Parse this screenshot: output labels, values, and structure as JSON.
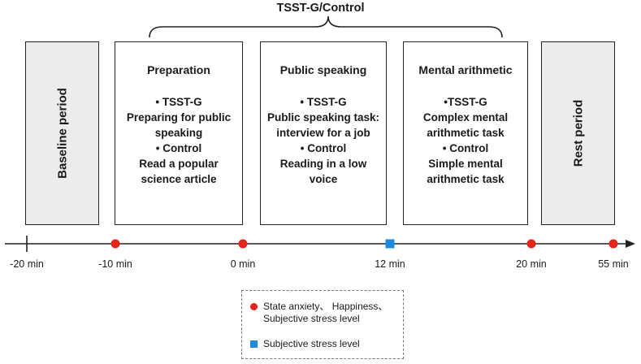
{
  "header": {
    "title": "TSST-G/Control"
  },
  "boxes": {
    "baseline": {
      "label": "Baseline period"
    },
    "preparation": {
      "title": "Preparation",
      "lines": [
        "• TSST-G",
        "Preparing for public",
        "speaking",
        "• Control",
        "Read a popular",
        "science article"
      ]
    },
    "speaking": {
      "title": "Public speaking",
      "lines": [
        "• TSST-G",
        "Public speaking task:",
        "interview for a job",
        "• Control",
        "Reading in a low",
        "voice"
      ]
    },
    "arithmetic": {
      "title": "Mental arithmetic",
      "lines": [
        "•TSST-G",
        "Complex mental",
        "arithmetic task",
        "• Control",
        "Simple mental",
        "arithmetic task"
      ]
    },
    "rest": {
      "label": "Rest period"
    }
  },
  "timeline": {
    "ticks": [
      "-20 min",
      "-10 min",
      "0 min",
      "12 min",
      "20 min",
      "55 min"
    ]
  },
  "legend": {
    "red_marker": {
      "line1": "State anxiety、 Happiness、",
      "line2": "Subjective stress level"
    },
    "blue_marker": {
      "text": "Subjective stress level"
    }
  },
  "colors": {
    "red_marker": "#e8231a",
    "blue_marker": "#1f8be0",
    "grey_box": "#ececec"
  },
  "icons": {
    "red": "red-circle-icon",
    "blue": "blue-square-icon"
  }
}
